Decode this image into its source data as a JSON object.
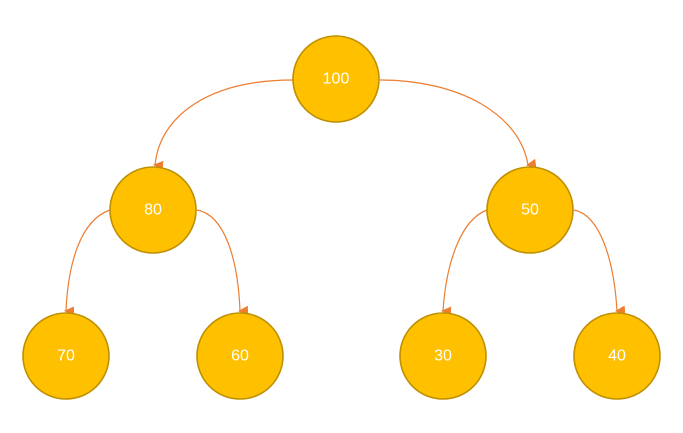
{
  "colors": {
    "node_fill": "#FFC000",
    "node_stroke": "#BF9000",
    "label_text": "#FFFFFF",
    "edge": "#ED7D31",
    "background": "#FFFFFF"
  },
  "tree": {
    "nodes": [
      {
        "id": "n100",
        "label": "100"
      },
      {
        "id": "n80",
        "label": "80"
      },
      {
        "id": "n50",
        "label": "50"
      },
      {
        "id": "n70",
        "label": "70"
      },
      {
        "id": "n60",
        "label": "60"
      },
      {
        "id": "n30",
        "label": "30"
      },
      {
        "id": "n40",
        "label": "40"
      }
    ],
    "edges": [
      {
        "from": "n100",
        "to": "n80"
      },
      {
        "from": "n100",
        "to": "n50"
      },
      {
        "from": "n80",
        "to": "n70"
      },
      {
        "from": "n80",
        "to": "n60"
      },
      {
        "from": "n50",
        "to": "n30"
      },
      {
        "from": "n50",
        "to": "n40"
      }
    ]
  }
}
